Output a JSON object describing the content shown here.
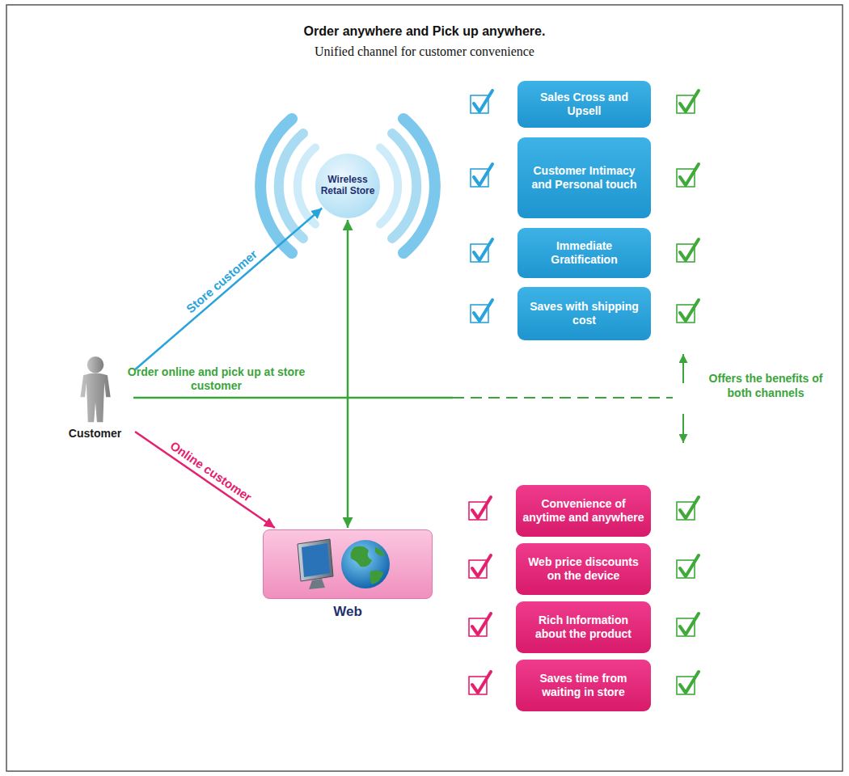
{
  "diagram": {
    "title": "Order anywhere and Pick up anywhere.",
    "nodes": [
      {
        "text": [
          "Wireless Retail Store"
        ]
      },
      {
        "text": [
          "Sales Cross and Upsell"
        ]
      },
      {
        "text": [
          "Customer Intimacy and Personal touch"
        ]
      },
      {
        "text": [
          "Immediate Gratification"
        ]
      },
      {
        "text": [
          "Saves with shipping cost"
        ]
      },
      {
        "text": [
          "Customer"
        ]
      },
      {
        "text": [
          "Web"
        ]
      },
      {
        "text": [
          "Convenience of anytime and anywhere"
        ]
      },
      {
        "text": [
          "Web price discounts on the device"
        ]
      },
      {
        "text": [
          "Rich Information about the product"
        ]
      },
      {
        "text": [
          "Saves time from waiting in store"
        ]
      }
    ],
    "edges": [
      {
        "from": 5,
        "to": 0,
        "label": "Store customer",
        "arrow": "to"
      },
      {
        "from": 5,
        "to": 6,
        "label": "Online customer",
        "arrow": "to"
      },
      {
        "from": 0,
        "to": 6,
        "arrow": "both"
      }
    ],
    "labels": [
      "Unified channel for customer convenience",
      "Order online and pick up at store customer",
      "Offers the benefits of both channels"
    ]
  }
}
